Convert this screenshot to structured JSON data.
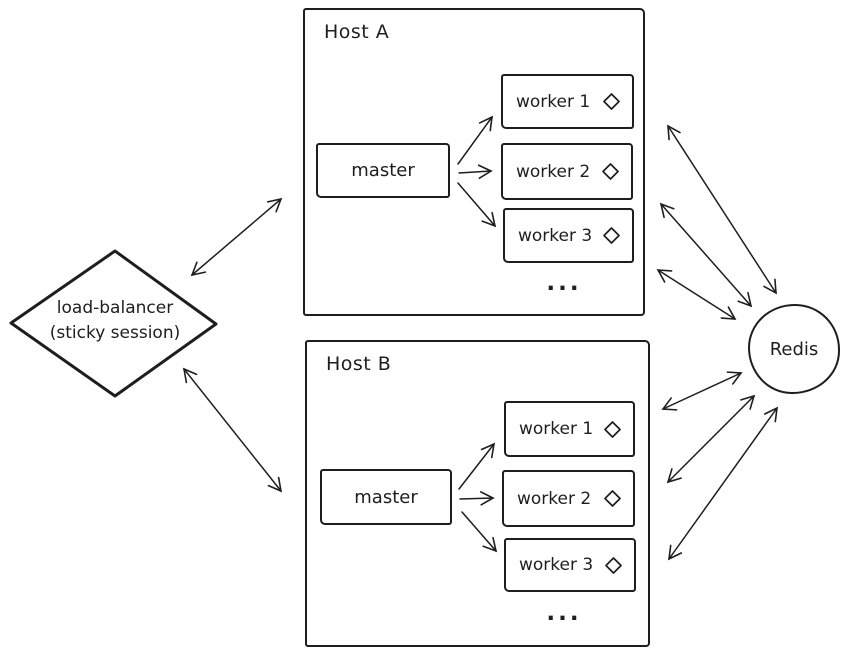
{
  "diagram": {
    "colors": {
      "stroke": "#1e1e1e",
      "background": "#ffffff"
    },
    "load_balancer": {
      "line1": "load-balancer",
      "line2": "(sticky session)"
    },
    "hosts": [
      {
        "title": "Host A",
        "master": "master",
        "workers": [
          {
            "label": "worker 1",
            "icon": "diamond"
          },
          {
            "label": "worker 2",
            "icon": "diamond"
          },
          {
            "label": "worker 3",
            "icon": "diamond"
          }
        ],
        "ellipsis": "..."
      },
      {
        "title": "Host B",
        "master": "master",
        "workers": [
          {
            "label": "worker 1",
            "icon": "diamond"
          },
          {
            "label": "worker 2",
            "icon": "diamond"
          },
          {
            "label": "worker 3",
            "icon": "diamond"
          }
        ],
        "ellipsis": "..."
      }
    ],
    "redis": {
      "label": "Redis"
    },
    "connections": [
      {
        "from": "load-balancer",
        "to": "host-a",
        "style": "bidirectional"
      },
      {
        "from": "load-balancer",
        "to": "host-b",
        "style": "bidirectional"
      },
      {
        "from": "host-a-master",
        "to": "host-a-worker-1",
        "style": "one-way"
      },
      {
        "from": "host-a-master",
        "to": "host-a-worker-2",
        "style": "one-way"
      },
      {
        "from": "host-a-master",
        "to": "host-a-worker-3",
        "style": "one-way"
      },
      {
        "from": "host-b-master",
        "to": "host-b-worker-1",
        "style": "one-way"
      },
      {
        "from": "host-b-master",
        "to": "host-b-worker-2",
        "style": "one-way"
      },
      {
        "from": "host-b-master",
        "to": "host-b-worker-3",
        "style": "one-way"
      },
      {
        "from": "host-a-worker-1",
        "to": "redis",
        "style": "bidirectional"
      },
      {
        "from": "host-a-worker-2",
        "to": "redis",
        "style": "bidirectional"
      },
      {
        "from": "host-a-worker-3",
        "to": "redis",
        "style": "bidirectional"
      },
      {
        "from": "host-b-worker-1",
        "to": "redis",
        "style": "bidirectional"
      },
      {
        "from": "host-b-worker-2",
        "to": "redis",
        "style": "bidirectional"
      },
      {
        "from": "host-b-worker-3",
        "to": "redis",
        "style": "bidirectional"
      }
    ]
  }
}
